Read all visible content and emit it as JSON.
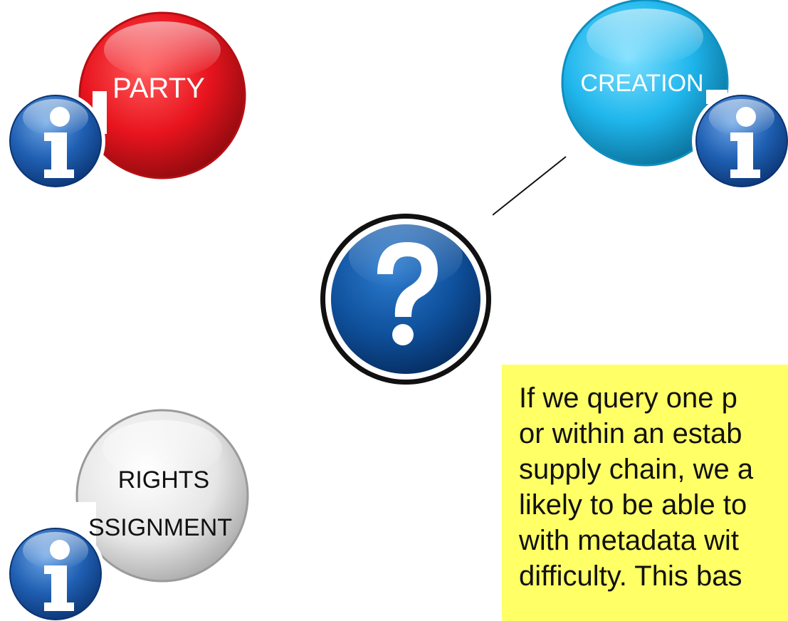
{
  "nodes": {
    "party": {
      "label": "PARTY",
      "color": "#e8141e"
    },
    "creation": {
      "label": "CREATION",
      "color": "#1fb6ec"
    },
    "rights_assignment": {
      "label_line1": "RIGHTS",
      "label_line2": "SSIGNMENT",
      "color": "#e6e6e6"
    }
  },
  "icons": {
    "info": "info-icon",
    "question": "question-icon"
  },
  "note": {
    "background": "#ffff66",
    "lines": [
      "If we query one p",
      "or within an estab",
      "supply chain, we a",
      "likely to be able to",
      "with metadata wit",
      "difficulty. This bas"
    ]
  }
}
